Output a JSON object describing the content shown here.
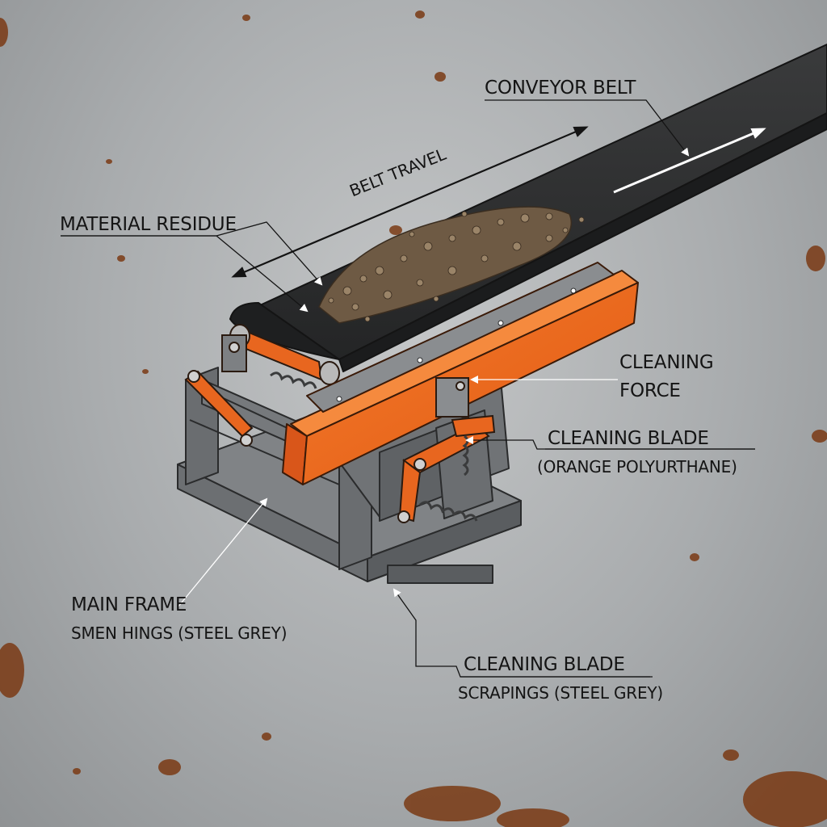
{
  "labels": {
    "conveyor_belt": "CONVEYOR BELT",
    "belt_travel": "BELT TRAVEL",
    "material_residue": "MATERIAL RESIDUE",
    "cleaning_force_line1": "CLEANING",
    "cleaning_force_line2": "FORCE",
    "cleaning_blade": "CLEANING BLADE",
    "cleaning_blade_material": "(ORANGE POLYURTHANE)",
    "main_frame": "MAIN FRAME",
    "main_frame_sub": "SMEN HINGS (STEEL GREY)",
    "scrapings": "CLEANING BLADE",
    "scrapings_sub": "SCRAPINGS (STEEL GREY)"
  },
  "icons": {
    "belt_direction": "arrow-icon",
    "travel_direction": "double-arrow-icon"
  },
  "colors": {
    "background": "#a9acae",
    "belt": "#2d2e2f",
    "blade": "#f06a1e",
    "frame": "#76797c",
    "rust": "#7a3a14",
    "text": "#141414"
  }
}
